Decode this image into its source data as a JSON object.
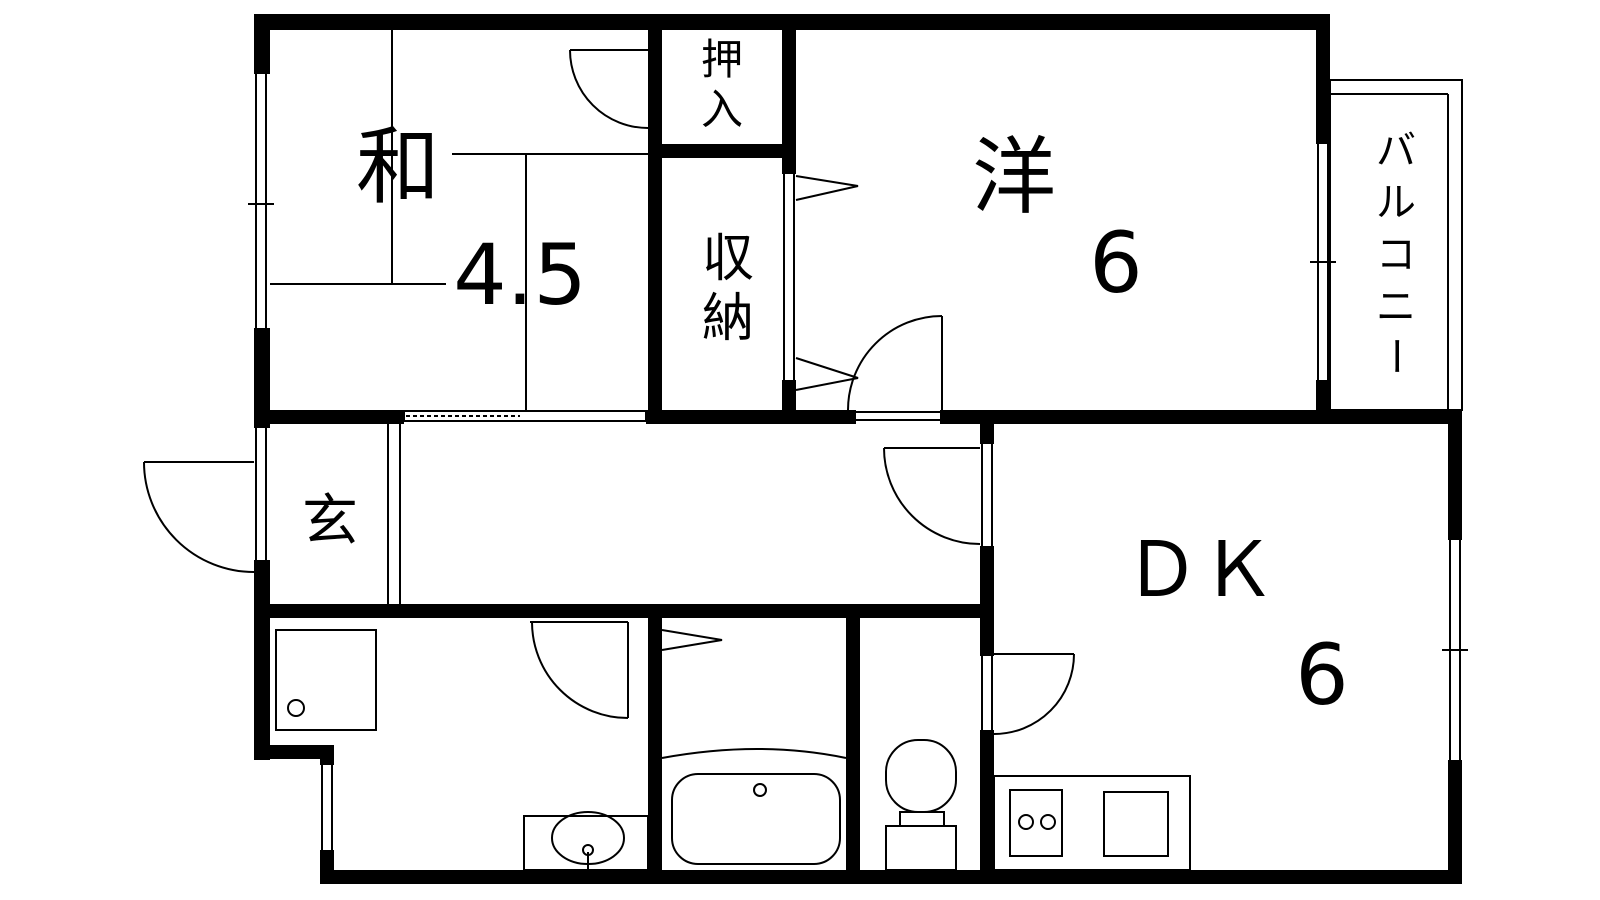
{
  "floor_plan": {
    "rooms": {
      "washitsu": {
        "name": "和",
        "size": "4.5"
      },
      "oshiire": {
        "line1": "押",
        "line2": "入"
      },
      "shuno": {
        "line1": "収",
        "line2": "納"
      },
      "yoshitsu": {
        "name": "洋",
        "size": "6"
      },
      "balcony": {
        "chars": [
          "バ",
          "ル",
          "コ",
          "ニ",
          "ー"
        ]
      },
      "genkan": {
        "name": "玄"
      },
      "dk": {
        "name": "ＤＫ",
        "size": "6"
      }
    }
  }
}
